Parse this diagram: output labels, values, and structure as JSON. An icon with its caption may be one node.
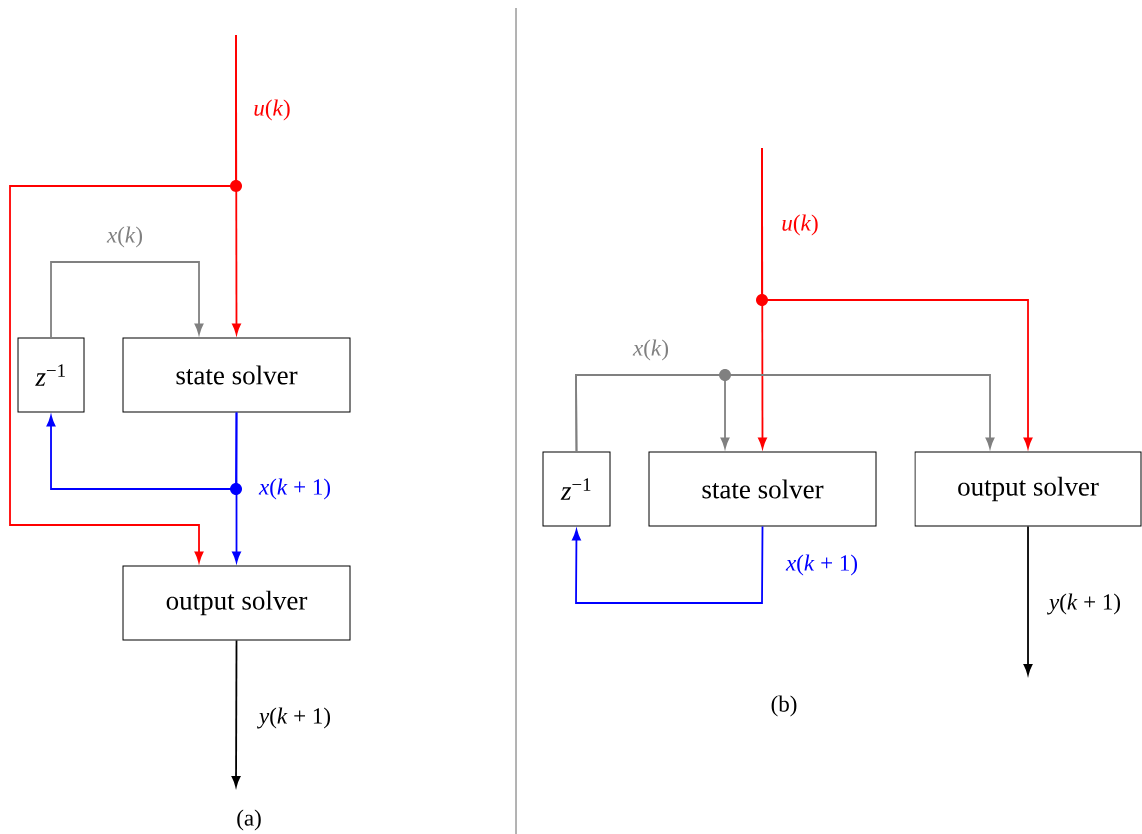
{
  "diagram": {
    "nodes": [
      {
        "text": [
          "*z*$^{−1}$"
        ]
      },
      {
        "text": [
          "state solver"
        ]
      },
      {
        "text": [
          "output solver"
        ]
      },
      {
        "text": [
          "*z*$^{−1}$"
        ]
      },
      {
        "text": [
          "state solver"
        ]
      },
      {
        "text": [
          "output solver"
        ]
      }
    ],
    "edges": [
      {
        "from": null,
        "to": 1,
        "arrow": "to",
        "label": "*u*(*k*)",
        "color": "#ff0000"
      },
      {
        "from": null,
        "to": 2,
        "arrow": "to",
        "color": "#ff0000"
      },
      {
        "from": 0,
        "to": 1,
        "arrow": "to",
        "label": "*x*(*k*)",
        "color": "#808080"
      },
      {
        "from": 1,
        "to": 0,
        "arrow": "to",
        "label": "*x*(*k* + 1)",
        "color": "#0000ff"
      },
      {
        "from": 1,
        "to": 2,
        "arrow": "to",
        "color": "#0000ff"
      },
      {
        "from": 2,
        "to": null,
        "arrow": "to",
        "label": "*y*(*k* + 1)",
        "color": "#000000"
      },
      {
        "from": null,
        "to": 4,
        "arrow": "to",
        "label": "*u*(*k*)",
        "color": "#ff0000"
      },
      {
        "from": null,
        "to": 5,
        "arrow": "to",
        "color": "#ff0000"
      },
      {
        "from": 3,
        "to": 4,
        "arrow": "to",
        "label": "*x*(*k*)",
        "color": "#808080"
      },
      {
        "from": 3,
        "to": 5,
        "arrow": "to",
        "color": "#808080"
      },
      {
        "from": 4,
        "to": 3,
        "arrow": "to",
        "label": "*x*(*k* + 1)",
        "color": "#0000ff"
      },
      {
        "from": 5,
        "to": null,
        "arrow": "to",
        "label": "*y*(*k* + 1)",
        "color": "#000000"
      }
    ],
    "labels": [
      "(a)",
      "(b)"
    ]
  }
}
